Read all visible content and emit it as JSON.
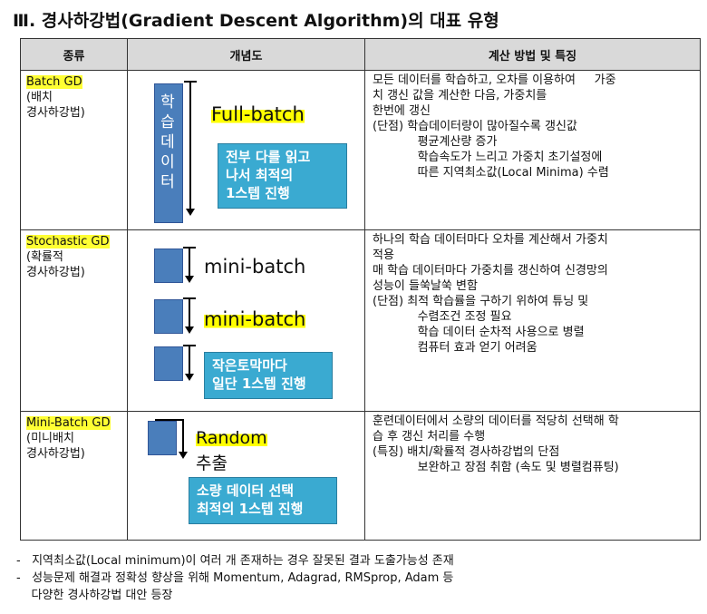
{
  "title": "Ⅲ. 경사하강법(Gradient Descent Algorithm)의 대표 유형",
  "table": {
    "headers": [
      "종류",
      "개념도",
      "계산 방법 및 특징"
    ],
    "rows": [
      {
        "type_name": "Batch GD",
        "type_sub1": "(배치",
        "type_sub2": "경사하강법)",
        "concept": {
          "vertical_label": "학습데이터",
          "label": "Full-batch",
          "box_text1": "전부 다를 읽고",
          "box_text2": "나서 최적의",
          "box_text3": "1스텝 진행"
        },
        "desc": [
          "모든 데이터를 학습하고, 오차를 이용하여     가중",
          "치 갱신 값을 계산한 다음, 가중치를",
          "한번에 갱신",
          "(단점) 학습데이터량이 많아질수록 갱신값",
          "            평균계산량 증가",
          "            학습속도가 느리고 가중치 초기설정에",
          "            따른 지역최소값(Local Minima) 수렴"
        ]
      },
      {
        "type_name": "Stochastic GD",
        "type_sub1": "(확률적",
        "type_sub2": "경사하강법)",
        "concept": {
          "label1": "mini-batch",
          "label2": "mini-batch",
          "box_text1": "작은토막마다",
          "box_text2": "일단 1스텝 진행"
        },
        "desc": [
          "하나의 학습 데이터마다 오차를 계산해서 가중치",
          "적용",
          "매 학습 데이터마다 가중치를 갱신하여 신경망의",
          "성능이 들쑥날쑥 변함",
          "(단점) 최적 학습률을 구하기 위하여 튜닝 및",
          "            수렴조건 조정 필요",
          "            학습 데이터 순차적 사용으로 병렬",
          "            컴퓨터 효과 얻기 어려움"
        ]
      },
      {
        "type_name": "Mini-Batch GD",
        "type_sub1": "(미니배치",
        "type_sub2": "경사하강법)",
        "concept": {
          "label1": "Random",
          "label2": "추출",
          "box_text1": "소량 데이터 선택",
          "box_text2": "최적의 1스텝 진행"
        },
        "desc": [
          "훈련데이터에서 소량의 데이터를 적당히 선택해 학",
          "습 후 갱신 처리를 수행",
          "(특징) 배치/확률적 경사하강법의 단점",
          "            보완하고 장점 취함 (속도 및 병렬컴퓨팅)"
        ]
      }
    ]
  },
  "notes": [
    "-   지역최소값(Local minimum)이 여러 개 존재하는 경우 잘못된 결과 도출가능성 존재",
    "-   성능문제 해결과 정확성 향상을 위해 Momentum, Adagrad, RMSprop, Adam 등",
    "    다양한 경사하강법 대안 등장"
  ],
  "colors": {
    "header_bg": "#d9d9d9",
    "blue_box": "#4a7ebb",
    "teal_box": "#3aaad1",
    "highlight": "#ffff33"
  }
}
